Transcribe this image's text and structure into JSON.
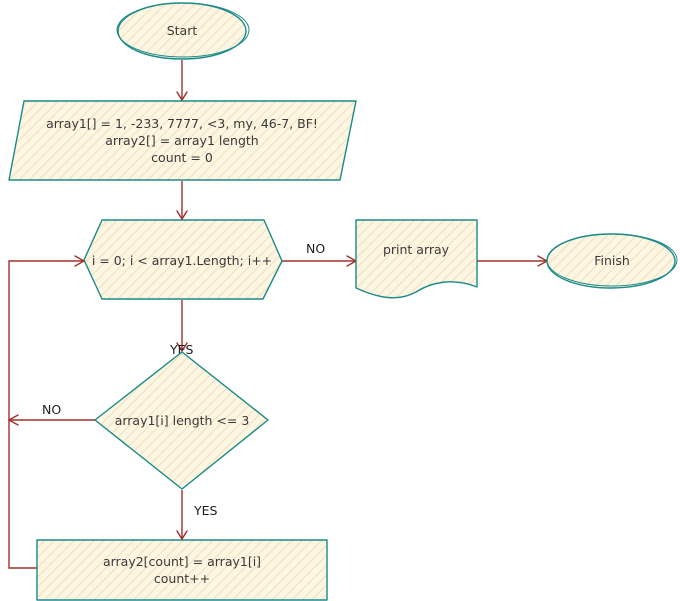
{
  "nodes": {
    "start": {
      "label": "Start"
    },
    "init": {
      "lines": [
        "array1[] = 1, -233, 7777, <3, my, 46-7, BF!",
        "array2[] = array1 length",
        "count = 0"
      ]
    },
    "loop": {
      "label": "i = 0; i < array1.Length; i++"
    },
    "print": {
      "label": "print array"
    },
    "finish": {
      "label": "Finish"
    },
    "check": {
      "label": "array1[i] length <= 3"
    },
    "assign": {
      "lines": [
        "array2[count] = array1[i]",
        "count++"
      ]
    }
  },
  "edges": {
    "loop_no": "NO",
    "loop_yes": "YES",
    "check_no": "NO",
    "check_yes": "YES"
  },
  "colors": {
    "stroke": "#1a8a8a",
    "fill": "#fdf6e3",
    "hatch": "#f1e3c2",
    "arrow": "#a2302a"
  }
}
